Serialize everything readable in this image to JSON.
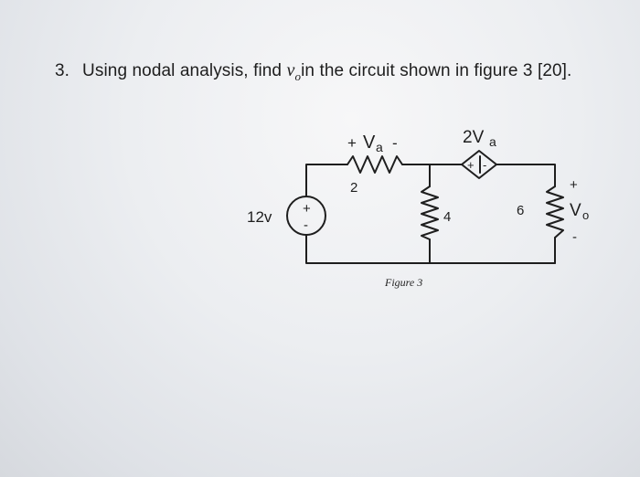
{
  "question": {
    "number": "3.",
    "text_before": "Using nodal analysis, find ",
    "vo_main": "v",
    "vo_sub": "o",
    "text_after": "in the circuit shown in figure 3 [20]."
  },
  "circuit": {
    "source_label": "12v",
    "source_plus": "+",
    "source_minus": "-",
    "va_plus": "+",
    "va_main": "V",
    "va_sub": "a",
    "va_minus": "-",
    "r2_value": "2",
    "r4_value": "4",
    "r6_value": "6",
    "dep_main": "2V",
    "dep_sub": "a",
    "dep_plus": "+",
    "dep_minus": "-",
    "vo_plus": "+",
    "vo_main": "V",
    "vo_sub": "o",
    "vo_minus": "-"
  },
  "caption": "Figure 3"
}
